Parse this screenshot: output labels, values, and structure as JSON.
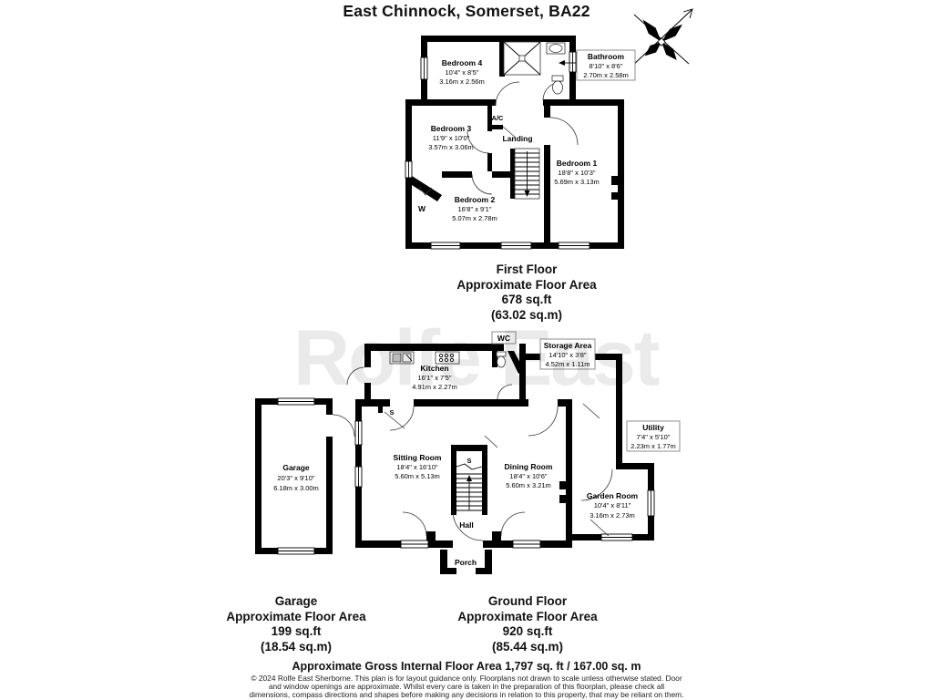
{
  "title": "East Chinnock, Somerset, BA22",
  "watermark": "Rolfe East",
  "ff": {
    "bedroom4": {
      "name": "Bedroom 4",
      "d1": "10'4\" x 8'5\"",
      "d2": "3.16m x 2.56m"
    },
    "bathroom": {
      "name": "Bathroom",
      "d1": "8'10\" x 8'6\"",
      "d2": "2.70m x 2.58m"
    },
    "bedroom3": {
      "name": "Bedroom 3",
      "d1": "11'9\" x 10'0\"",
      "d2": "3.57m x 3.06m"
    },
    "bedroom1": {
      "name": "Bedroom 1",
      "d1": "18'8\" x 10'3\"",
      "d2": "5.69m x 3.13m"
    },
    "bedroom2": {
      "name": "Bedroom 2",
      "d1": "16'8\" x 9'1\"",
      "d2": "5.07m x 2.78m"
    },
    "landing": "Landing",
    "ac": "A/C",
    "wardrobe": "W",
    "caption": [
      "First Floor",
      "Approximate Floor Area",
      "678 sq.ft",
      "(63.02 sq.m)"
    ]
  },
  "gf": {
    "kitchen": {
      "name": "Kitchen",
      "d1": "16'1\" x 7'5\"",
      "d2": "4.91m x 2.27m"
    },
    "wc": "WC",
    "storage": {
      "name": "Storage Area",
      "d1": "14'10\" x 3'8\"",
      "d2": "4.52m x 1.11m"
    },
    "garage": {
      "name": "Garage",
      "d1": "20'3\" x 9'10\"",
      "d2": "6.18m x 3.00m"
    },
    "sitting": {
      "name": "Sitting Room",
      "d1": "18'4\" x 16'10\"",
      "d2": "5.60m x 5.13m"
    },
    "dining": {
      "name": "Dining Room",
      "d1": "18'4\" x 10'6\"",
      "d2": "5.60m x 3.21m"
    },
    "utility": {
      "name": "Utility",
      "d1": "7'4\" x 5'10\"",
      "d2": "2.23m x 1.77m"
    },
    "garden": {
      "name": "Garden Room",
      "d1": "10'4\" x 8'11\"",
      "d2": "3.16m x 2.73m"
    },
    "hall": "Hall",
    "porch": "Porch",
    "cupboard": "S",
    "caption_garage": [
      "Garage",
      "Approximate Floor Area",
      "199 sq.ft",
      "(18.54 sq.m)"
    ],
    "caption_ground": [
      "Ground Floor",
      "Approximate Floor Area",
      "920 sq.ft",
      "(85.44 sq.m)"
    ]
  },
  "footer": {
    "gross": "Approximate Gross Internal Floor Area 1,797 sq. ft / 167.00 sq. m",
    "disclaimer_lines": [
      "© 2024 Rolfe East Sherborne. This plan is for layout guidance only. Floorplans not drawn to scale unless otherwise stated. Door",
      "and window openings are approximate. Whilst every care is taken in the preparation of this floorplan, please check all",
      "dimensions, compass directions and shapes before making any decisions in relation to this property, that may be reliant on them."
    ]
  }
}
